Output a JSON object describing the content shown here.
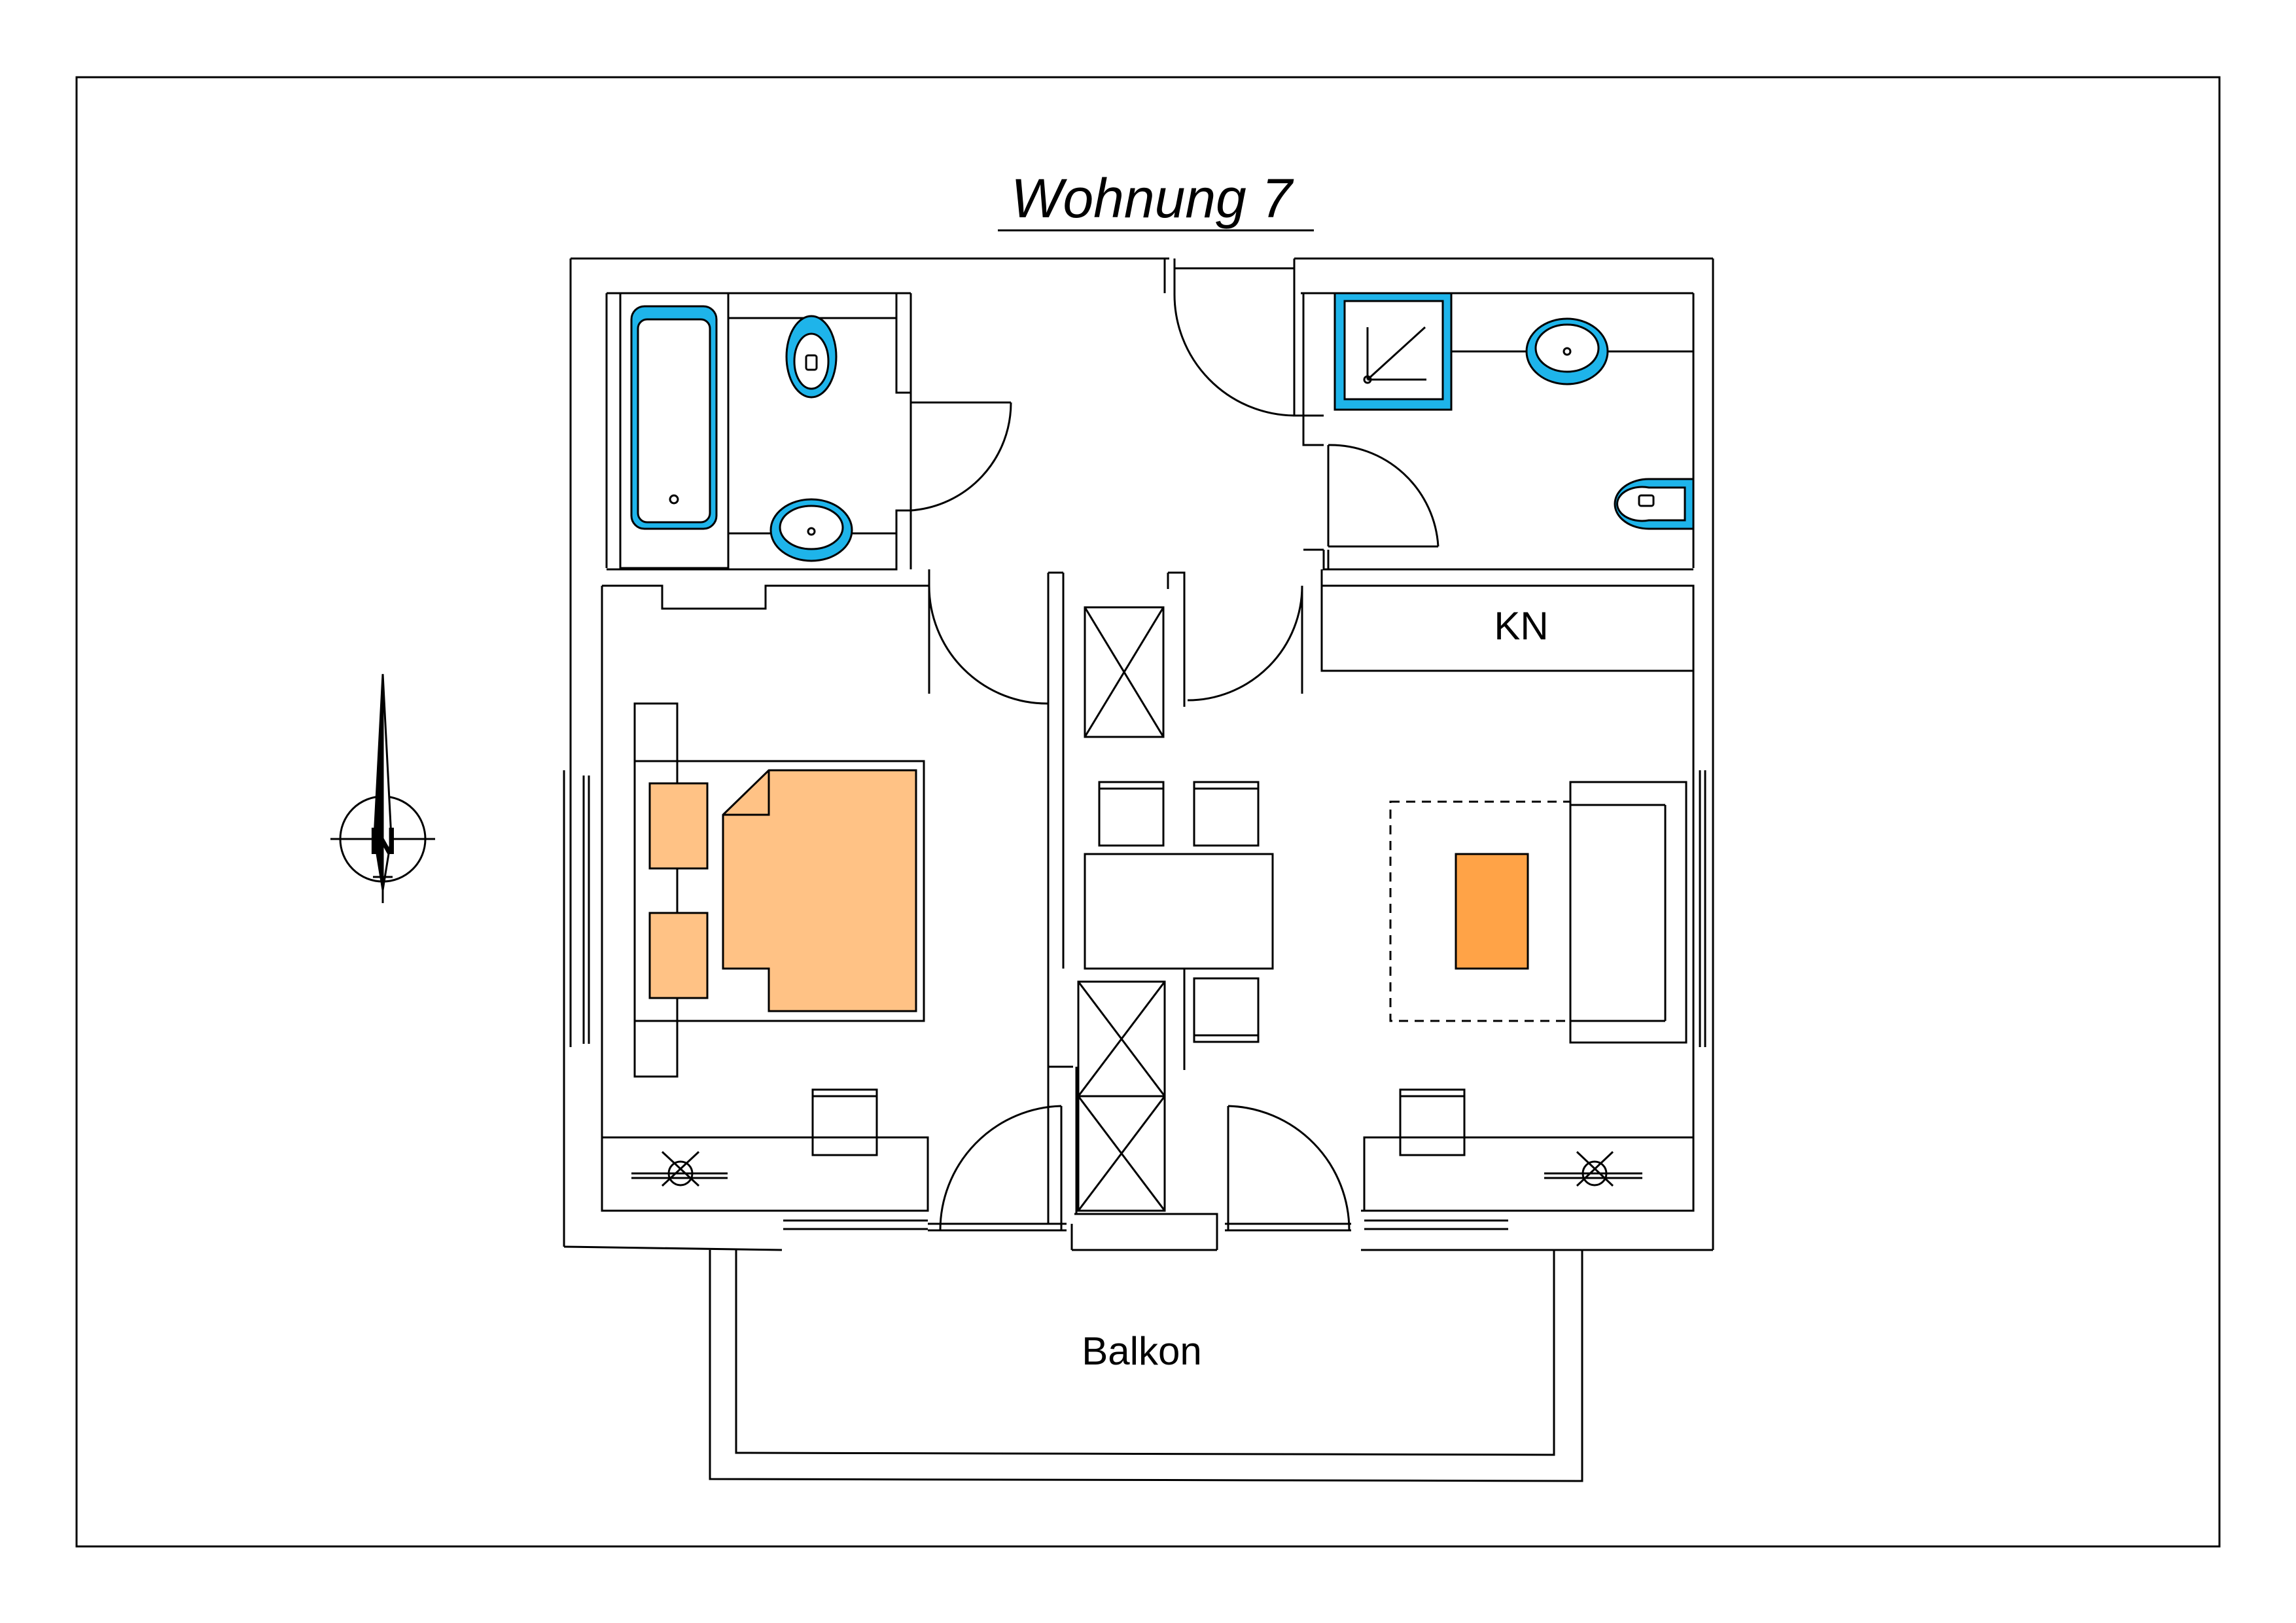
{
  "title": "Wohnung 7",
  "rooms": {
    "storage": "KN",
    "balcony": "Balkon"
  },
  "compass": {
    "letter": "N"
  },
  "colors": {
    "bed": "#FFC285",
    "table": "#FFA347",
    "sanitary": "#1EB4EA",
    "line": "#000000"
  },
  "icons": [
    "north-arrow-icon",
    "bathtub-icon",
    "toilet-icon",
    "washbasin-icon",
    "shower-icon",
    "lamp-icon"
  ]
}
